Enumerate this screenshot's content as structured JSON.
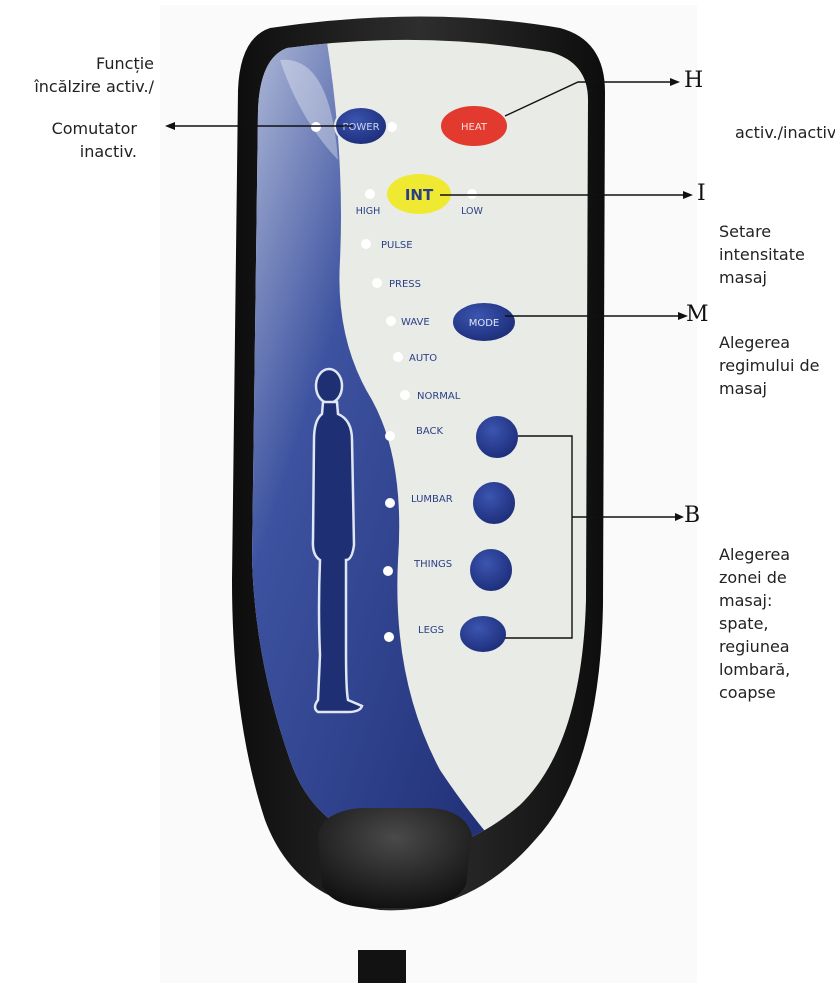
{
  "annotations": {
    "left_top": [
      "Funcție",
      "încălzire activ./"
    ],
    "left_bottom": [
      "Comutator",
      "inactiv."
    ],
    "right_heat": "activ./inactiv",
    "right_int": [
      "Setare",
      "intensitate",
      "masaj"
    ],
    "right_mode": [
      "Alegerea",
      "regimului de",
      "masaj"
    ],
    "right_zone": [
      "Alegerea",
      "zonei de",
      "masaj:",
      "spate,",
      "regiunea",
      "lombară,",
      "coapse"
    ]
  },
  "cut_letters": {
    "heat": "H",
    "int": "I",
    "mode": "M",
    "zone": "B"
  },
  "remote": {
    "buttons": {
      "power": "POWER",
      "heat": "HEAT",
      "int": "INT",
      "mode": "MODE"
    },
    "intensity": {
      "high": "HIGH",
      "low": "LOW"
    },
    "modes": [
      "PULSE",
      "PRESS",
      "WAVE",
      "AUTO",
      "NORMAL"
    ],
    "zones": [
      "BACK",
      "LUMBAR",
      "THINGS",
      "LEGS"
    ]
  },
  "colors": {
    "body": "#1c1c1c",
    "panel_light": "#e8ebe6",
    "panel_blue": "#2b3f8e",
    "button_blue": "#23378a",
    "heat_red": "#e23a2e",
    "int_yellow": "#f0e932",
    "label_blue": "#2c3f86"
  }
}
